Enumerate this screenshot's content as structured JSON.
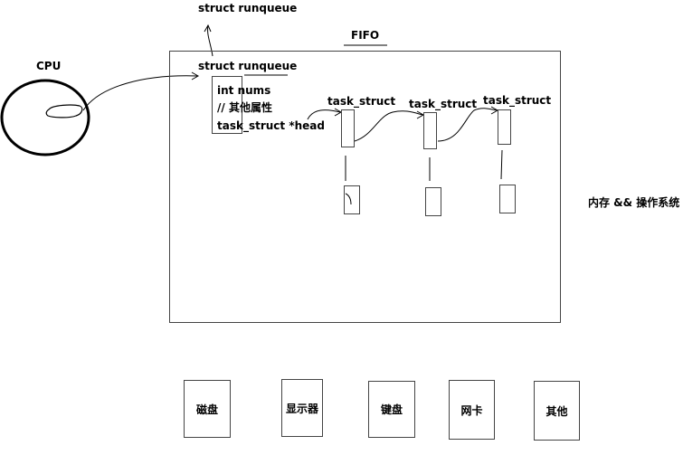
{
  "labels": {
    "top_runqueue": "struct runqueue",
    "fifo": "FIFO",
    "cpu": "CPU",
    "inner_runqueue": "struct runqueue",
    "field_nums": "int nums",
    "field_other": "// 其他属性",
    "field_head": "task_struct *head",
    "task1": "task_struct",
    "task2": "task_struct",
    "task3": "task_struct",
    "memory_os": "内存 &&  操作系统"
  },
  "devices": [
    "磁盘",
    "显示器",
    "键盘",
    "网卡",
    "其他"
  ]
}
